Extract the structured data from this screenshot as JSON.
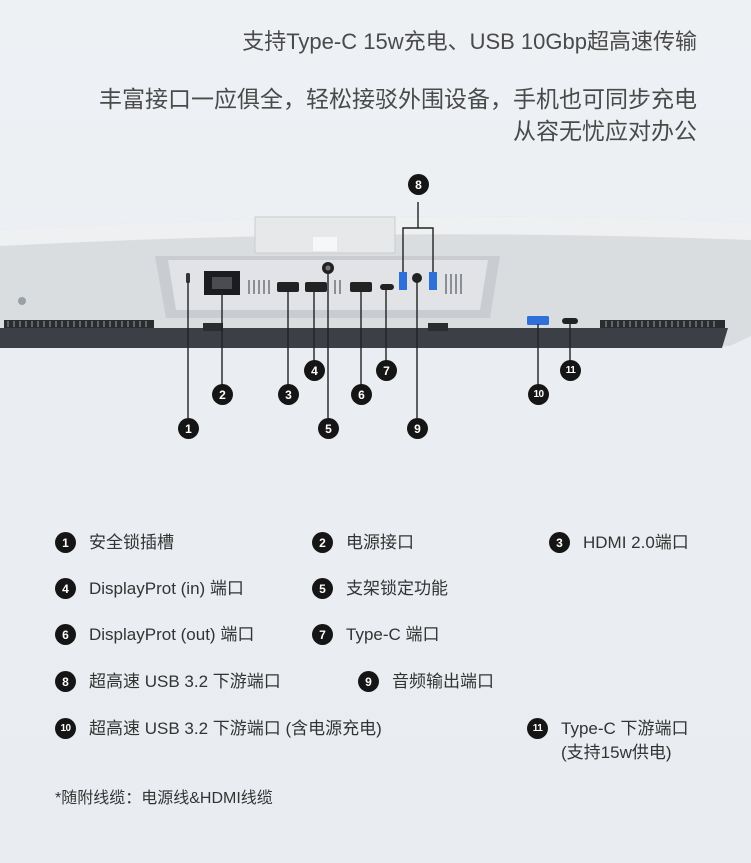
{
  "headline": {
    "line1": "支持Type-C 15w充电、USB 10Gbp超高速传输",
    "line2": "丰富接口一应俱全，轻松接驳外围设备，手机也可同步充电",
    "line3": "从容无忧应对办公"
  },
  "callouts": [
    "1",
    "2",
    "3",
    "4",
    "5",
    "6",
    "7",
    "8",
    "9",
    "10",
    "11"
  ],
  "legend": [
    {
      "num": "1",
      "label": "安全锁插槽"
    },
    {
      "num": "2",
      "label": "电源接口"
    },
    {
      "num": "3",
      "label": "HDMI 2.0端口"
    },
    {
      "num": "4",
      "label": "DisplayProt (in) 端口"
    },
    {
      "num": "5",
      "label": "支架锁定功能"
    },
    {
      "num": "6",
      "label": "DisplayProt (out) 端口"
    },
    {
      "num": "7",
      "label": "Type-C 端口"
    },
    {
      "num": "8",
      "label": "超高速 USB 3.2 下游端口"
    },
    {
      "num": "9",
      "label": "音频输出端口"
    },
    {
      "num": "10",
      "label": "超高速 USB 3.2 下游端口 (含电源充电)"
    },
    {
      "num": "11",
      "label": "Type-C 下游端口",
      "sub": "(支持15w供电)"
    }
  ],
  "footnote": "*随附线缆：电源线&HDMI线缆",
  "colors": {
    "badge": "#151515",
    "usb_blue": "#2f6fd8",
    "panel": "#d9dcdf"
  }
}
